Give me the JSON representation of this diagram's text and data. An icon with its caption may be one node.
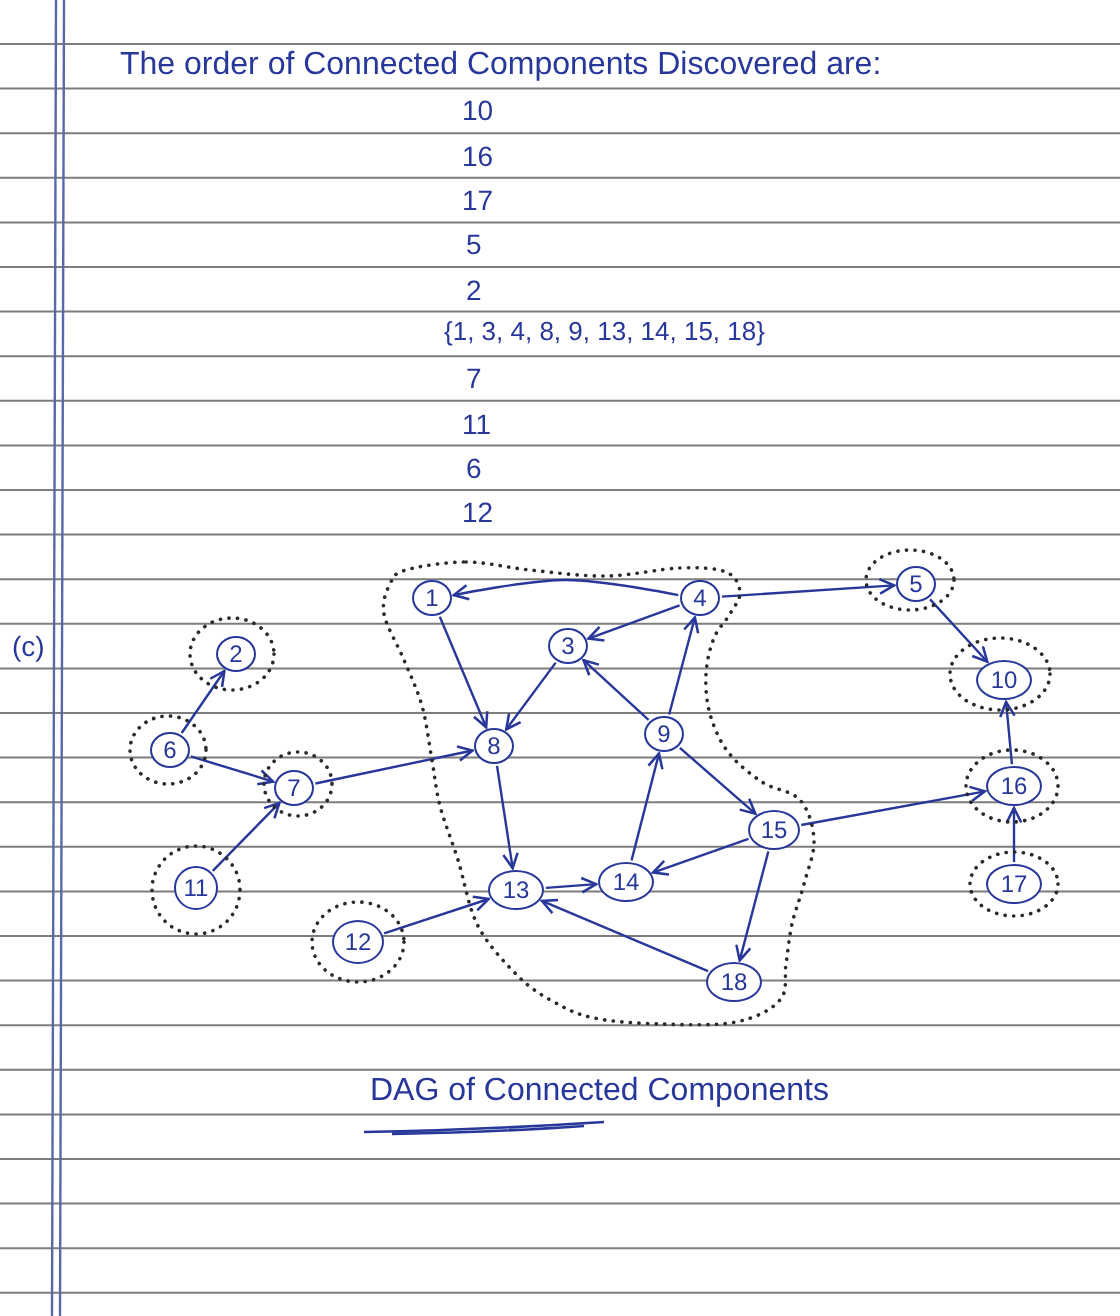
{
  "diagram": {
    "caption": "DAG of Connected Components",
    "nodes": [
      {
        "text": [],
        "shape": "cloud"
      },
      {
        "text": [
          "1"
        ],
        "in": 0
      },
      {
        "text": [
          "3"
        ],
        "in": 0
      },
      {
        "text": [
          "4"
        ],
        "in": 0
      },
      {
        "text": [
          "8"
        ],
        "in": 0
      },
      {
        "text": [
          "9"
        ],
        "in": 0
      },
      {
        "text": [
          "13"
        ],
        "in": 0
      },
      {
        "text": [
          "14"
        ],
        "in": 0
      },
      {
        "text": [
          "15"
        ],
        "in": 0
      },
      {
        "text": [
          "18"
        ],
        "in": 0
      },
      {
        "text": [],
        "shape": "circle"
      },
      {
        "text": [
          "2"
        ],
        "in": 10
      },
      {
        "text": [],
        "shape": "circle"
      },
      {
        "text": [
          "5"
        ],
        "in": 12
      },
      {
        "text": [],
        "shape": "circle"
      },
      {
        "text": [
          "6"
        ],
        "in": 14
      },
      {
        "text": [],
        "shape": "circle"
      },
      {
        "text": [
          "7"
        ],
        "in": 16
      },
      {
        "text": [],
        "shape": "circle"
      },
      {
        "text": [
          "10"
        ],
        "in": 18
      },
      {
        "text": [],
        "shape": "circle"
      },
      {
        "text": [
          "11"
        ],
        "in": 20
      },
      {
        "text": [],
        "shape": "circle"
      },
      {
        "text": [
          "12"
        ],
        "in": 22
      },
      {
        "text": [],
        "shape": "circle"
      },
      {
        "text": [
          "16"
        ],
        "in": 24
      },
      {
        "text": [],
        "shape": "circle"
      },
      {
        "text": [
          "17"
        ],
        "in": 26
      }
    ],
    "edges": [
      {
        "from": 3,
        "to": 1,
        "arrow": "to"
      },
      {
        "from": 3,
        "to": 13,
        "arrow": "to"
      },
      {
        "from": 3,
        "to": 2,
        "arrow": "to"
      },
      {
        "from": 1,
        "to": 4,
        "arrow": "to"
      },
      {
        "from": 2,
        "to": 4,
        "arrow": "to"
      },
      {
        "from": 5,
        "to": 2,
        "arrow": "to"
      },
      {
        "from": 5,
        "to": 3,
        "arrow": "to"
      },
      {
        "from": 5,
        "to": 8,
        "arrow": "to"
      },
      {
        "from": 7,
        "to": 5,
        "arrow": "to"
      },
      {
        "from": 8,
        "to": 7,
        "arrow": "to"
      },
      {
        "from": 8,
        "to": 9,
        "arrow": "to"
      },
      {
        "from": 4,
        "to": 6,
        "arrow": "to"
      },
      {
        "from": 6,
        "to": 7,
        "arrow": "to"
      },
      {
        "from": 9,
        "to": 6,
        "arrow": "to"
      },
      {
        "from": 8,
        "to": 25,
        "arrow": "to"
      },
      {
        "from": 13,
        "to": 19,
        "arrow": "to"
      },
      {
        "from": 25,
        "to": 19,
        "arrow": "to"
      },
      {
        "from": 27,
        "to": 25,
        "arrow": "to"
      },
      {
        "from": 15,
        "to": 11,
        "arrow": "to"
      },
      {
        "from": 15,
        "to": 17,
        "arrow": "to"
      },
      {
        "from": 21,
        "to": 17,
        "arrow": "to"
      },
      {
        "from": 17,
        "to": 4,
        "arrow": "to"
      },
      {
        "from": 23,
        "to": 6,
        "arrow": "to"
      }
    ],
    "labels": [
      "The order of Connected Components Discovered are:",
      "10",
      "16",
      "17",
      "5",
      "2",
      "{1, 3, 4, 8, 9, 13, 14, 15, 18}",
      "7",
      "11",
      "6",
      "12",
      "(c)"
    ]
  }
}
